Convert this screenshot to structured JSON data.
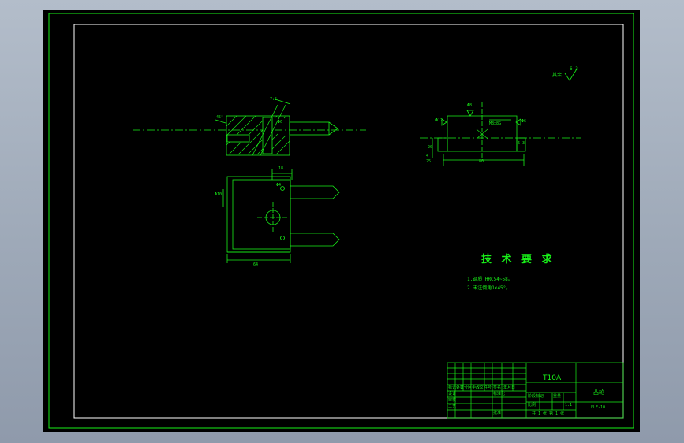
{
  "drawing": {
    "colors": {
      "background": "#000000",
      "line": "#18f018",
      "frame": "#cfd6df",
      "outer": "#a7b1bf"
    },
    "roughness_other": "其余",
    "roughness_value": "6.3",
    "section_view": {
      "dim_angle": "45°",
      "dim_small": "Φ6",
      "dim_top": "7.5"
    },
    "plan_view": {
      "dim_18": "18",
      "dim_64": "64",
      "dim_left": "Φ10",
      "dim_circle": "Φ4"
    },
    "side_view": {
      "dim_width": "80",
      "dim_top_left": "Φ8",
      "dim_mid": "M8x8G",
      "dim_right": "Φ6",
      "dim_left": "Φ12",
      "dim_20": "20",
      "dim_4": "4",
      "dim_25": "25",
      "dim_side": "6.3"
    },
    "technical_requirements": {
      "heading": "技 术 要 求",
      "items": [
        "1.调质 HRC54~58。",
        "2.未注倒角1x45°。"
      ]
    },
    "title_block": {
      "material": "T10A",
      "part_name": "凸轮",
      "drawing_number": "FLF-10",
      "row_labels": [
        "标记",
        "处数",
        "分区",
        "更改文件号",
        "签名",
        "年月日"
      ],
      "designer": "设计",
      "standard": "标准化",
      "checker": "审核",
      "process": "工艺",
      "approve": "批准",
      "stage_mark": "阶段标记",
      "weight": "重量",
      "scale": "比例",
      "scale_value": "1:1",
      "sheets": "共 1 张   第 1 张"
    }
  }
}
